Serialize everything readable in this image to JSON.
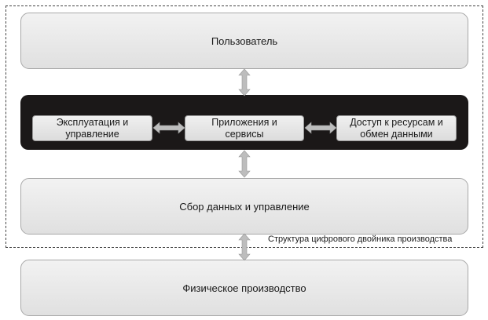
{
  "layers": {
    "user": "Пользователь",
    "data_collection": "Сбор данных и управление",
    "physical": "Физическое производство"
  },
  "services": {
    "operation": "Эксплуатация и\nуправление",
    "applications": "Приложения и\nсервисы",
    "access": "Доступ к ресурсам и\nобмен данными"
  },
  "caption": "Структура цифрового двойника производства"
}
